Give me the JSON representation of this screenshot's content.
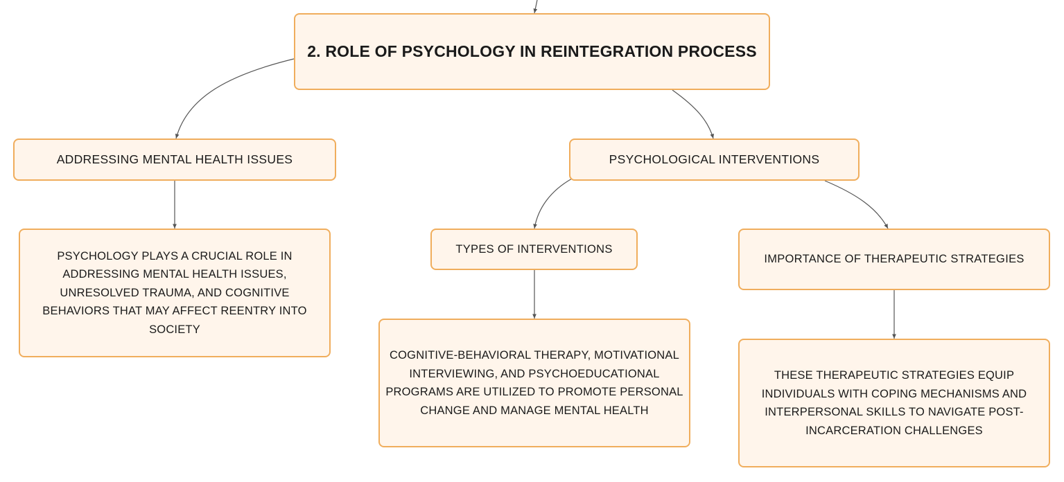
{
  "root": {
    "label": "2. ROLE OF PSYCHOLOGY IN REINTEGRATION PROCESS"
  },
  "branches": {
    "mental_health": {
      "label": "ADDRESSING MENTAL HEALTH ISSUES",
      "detail": "PSYCHOLOGY PLAYS A CRUCIAL ROLE IN ADDRESSING MENTAL HEALTH ISSUES, UNRESOLVED TRAUMA, AND COGNITIVE BEHAVIORS THAT MAY AFFECT REENTRY INTO SOCIETY"
    },
    "interventions": {
      "label": "PSYCHOLOGICAL INTERVENTIONS",
      "types": {
        "label": "TYPES OF INTERVENTIONS",
        "detail": "COGNITIVE-BEHAVIORAL THERAPY, MOTIVATIONAL INTERVIEWING, AND PSYCHOEDUCATIONAL PROGRAMS ARE UTILIZED TO PROMOTE PERSONAL CHANGE AND MANAGE MENTAL HEALTH"
      },
      "importance": {
        "label": "IMPORTANCE OF THERAPEUTIC STRATEGIES",
        "detail": "THESE THERAPEUTIC STRATEGIES EQUIP INDIVIDUALS WITH COPING MECHANISMS AND INTERPERSONAL SKILLS TO NAVIGATE POST-INCARCERATION CHALLENGES"
      }
    }
  },
  "colors": {
    "node_fill": "#fff5eb",
    "node_border": "#f0ad5c",
    "edge": "#555555",
    "text": "#1a1a1a"
  }
}
